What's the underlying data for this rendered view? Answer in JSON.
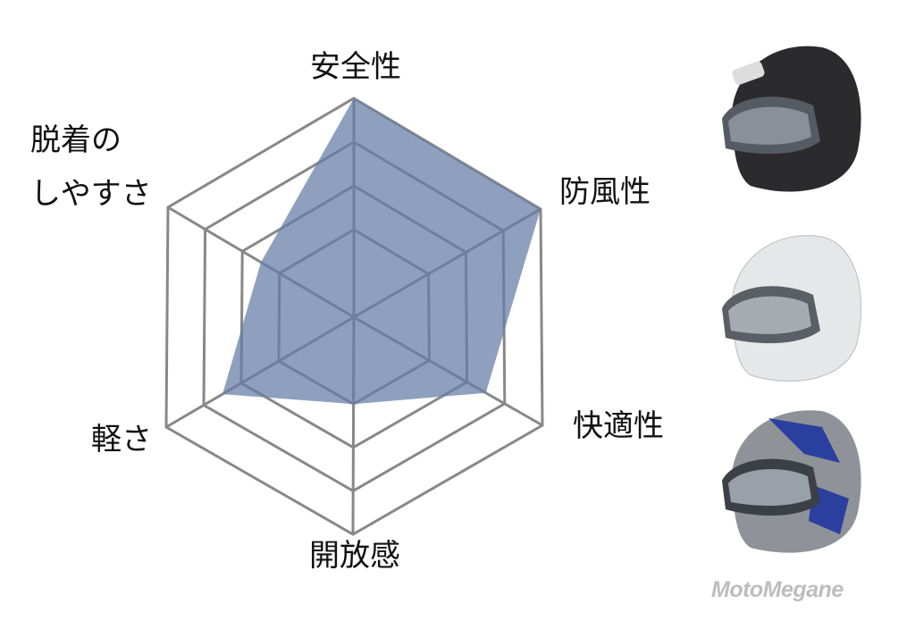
{
  "chart_data": {
    "type": "radar",
    "title": "",
    "axes": [
      "安全性",
      "防風性",
      "快適性",
      "開放感",
      "軽さ",
      "脱着のしやすさ"
    ],
    "axis_labels_display": {
      "safety": "安全性",
      "wind": "防風性",
      "comfort": "快適性",
      "openness": "開放感",
      "lightness": "軽さ",
      "removal_line1": "脱着の",
      "removal_line2": "しやすさ"
    },
    "range": [
      0,
      5
    ],
    "grid_levels": [
      2,
      3,
      4,
      5
    ],
    "series": [
      {
        "name": "helmet",
        "values": [
          5,
          5,
          3.5,
          2,
          3.5,
          2.5
        ]
      }
    ],
    "colors": {
      "fill": "#7f93b6",
      "grid": "#888888",
      "inner_grid": "#6e7f9f"
    }
  },
  "watermark": "MotoMegane"
}
